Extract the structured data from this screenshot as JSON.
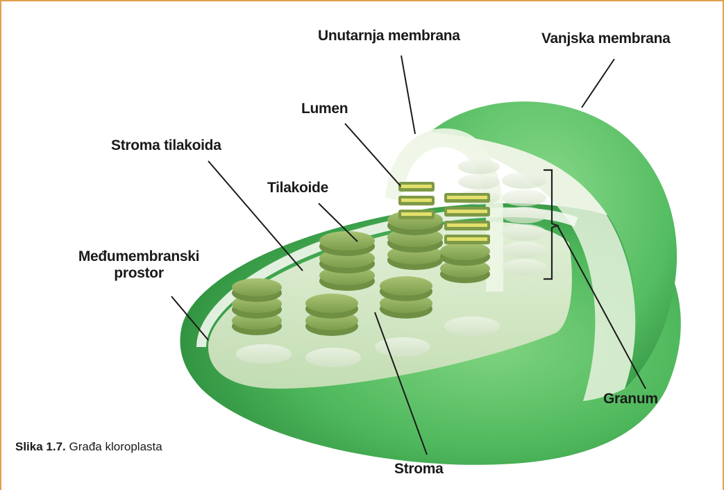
{
  "labels": {
    "unutarnja_membrana": "Unutarnja membrana",
    "vanjska_membrana": "Vanjska membrana",
    "lumen": "Lumen",
    "stroma_tilakoida": "Stroma tilakoida",
    "tilakoide": "Tilakoide",
    "medjumembranski_line1": "Međumembranski",
    "medjumembranski_line2": "prostor",
    "granum": "Granum",
    "stroma": "Stroma"
  },
  "caption": {
    "number": "Slika 1.7.",
    "text": "Građa kloroplasta"
  },
  "colors": {
    "frame": "#e0a24b",
    "outer_membrane": "#4cb25c",
    "thylakoid_disc": "#8fae5a",
    "lumen_stripe": "#e3e06b"
  }
}
